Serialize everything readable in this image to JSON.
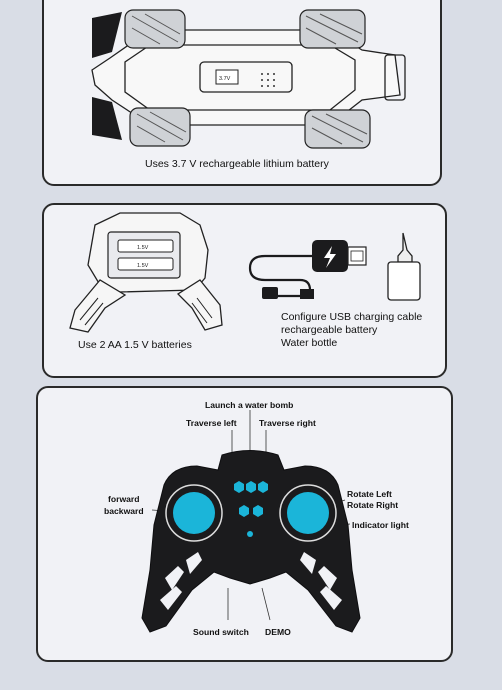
{
  "battery_panel": {
    "vehicle_caption": "Uses 3.7 V rechargeable lithium battery",
    "battery_label": "3.7V"
  },
  "controller_battery_panel": {
    "caption": "Use 2 AA 1.5 V batteries",
    "cell_labels": [
      "1.5V",
      "1.5V"
    ],
    "accessories": [
      "Configure USB charging cable",
      "rechargeable battery",
      "Water bottle"
    ]
  },
  "controller_panel": {
    "labels": {
      "launch": "Launch a water bomb",
      "traverse_left": "Traverse left",
      "traverse_right": "Traverse right",
      "forward": "forward",
      "backward": "backward",
      "rotate_left": "Rotate Left",
      "rotate_right": "Rotate Right",
      "indicator": "Indicator light",
      "sound": "Sound switch",
      "demo": "DEMO"
    }
  },
  "colors": {
    "joystick_blue": "#1bb5d9",
    "controller_body": "#1b1b1d",
    "panel_bg": "#f1f2f6",
    "page_bg": "#d9dde6"
  }
}
